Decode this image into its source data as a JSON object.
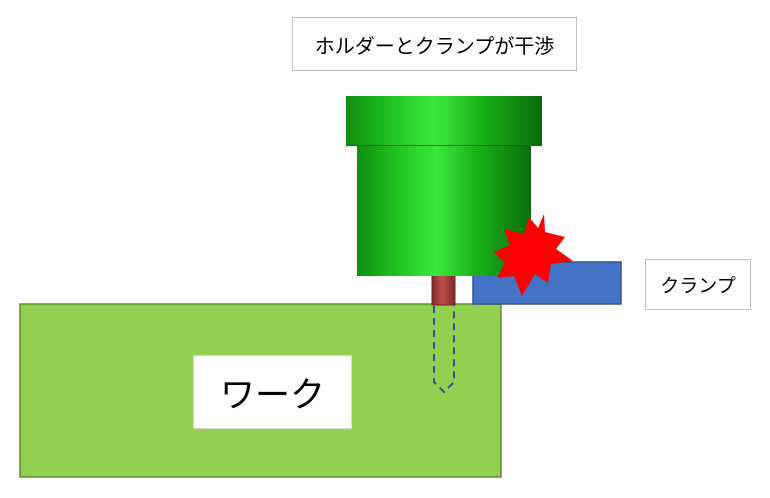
{
  "diagram": {
    "title": "ホルダーとクランプが干渉",
    "clamp_label": "クランプ",
    "work_label": "ワーク"
  },
  "colors": {
    "workpiece": "#92d050",
    "clamp": "#4472c4",
    "holder_green": "#19b219",
    "tool_shank": "#a8423f",
    "collision_burst": "#ff0000",
    "drill_outline": "#2f5597"
  },
  "icons": {
    "collision": "collision-burst-icon"
  }
}
